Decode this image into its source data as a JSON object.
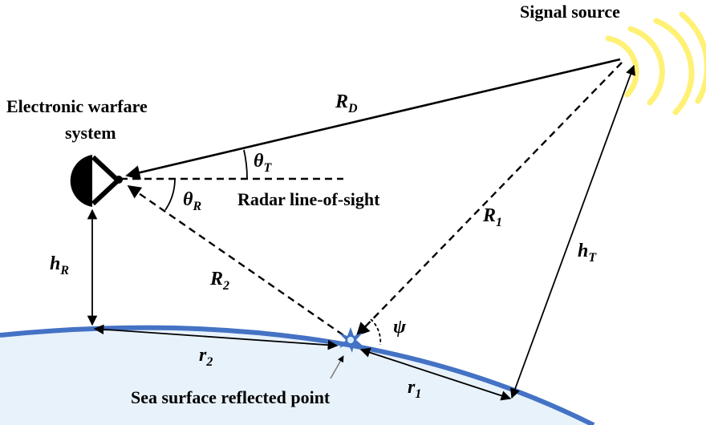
{
  "labels": {
    "signal_source": "Signal source",
    "ew_system_line1": "Electronic warfare",
    "ew_system_line2": "system",
    "radar_los": "Radar line-of-sight",
    "reflected_point": "Sea surface reflected point"
  },
  "symbols": {
    "R_D": {
      "main": "R",
      "sub": "D"
    },
    "R_1": {
      "main": "R",
      "sub": "1"
    },
    "R_2": {
      "main": "R",
      "sub": "2"
    },
    "h_T": {
      "main": "h",
      "sub": "T"
    },
    "h_R": {
      "main": "h",
      "sub": "R"
    },
    "r_1": {
      "main": "r",
      "sub": "1"
    },
    "r_2": {
      "main": "r",
      "sub": "2"
    },
    "theta_T": {
      "main": "θ",
      "sub": "T"
    },
    "theta_R": {
      "main": "θ",
      "sub": "R"
    },
    "psi": "ψ"
  },
  "colors": {
    "sea_surface": "#4472c4",
    "sea_fill": "#e8f2fb",
    "signal_waves": "#fff176",
    "line": "#000000"
  }
}
